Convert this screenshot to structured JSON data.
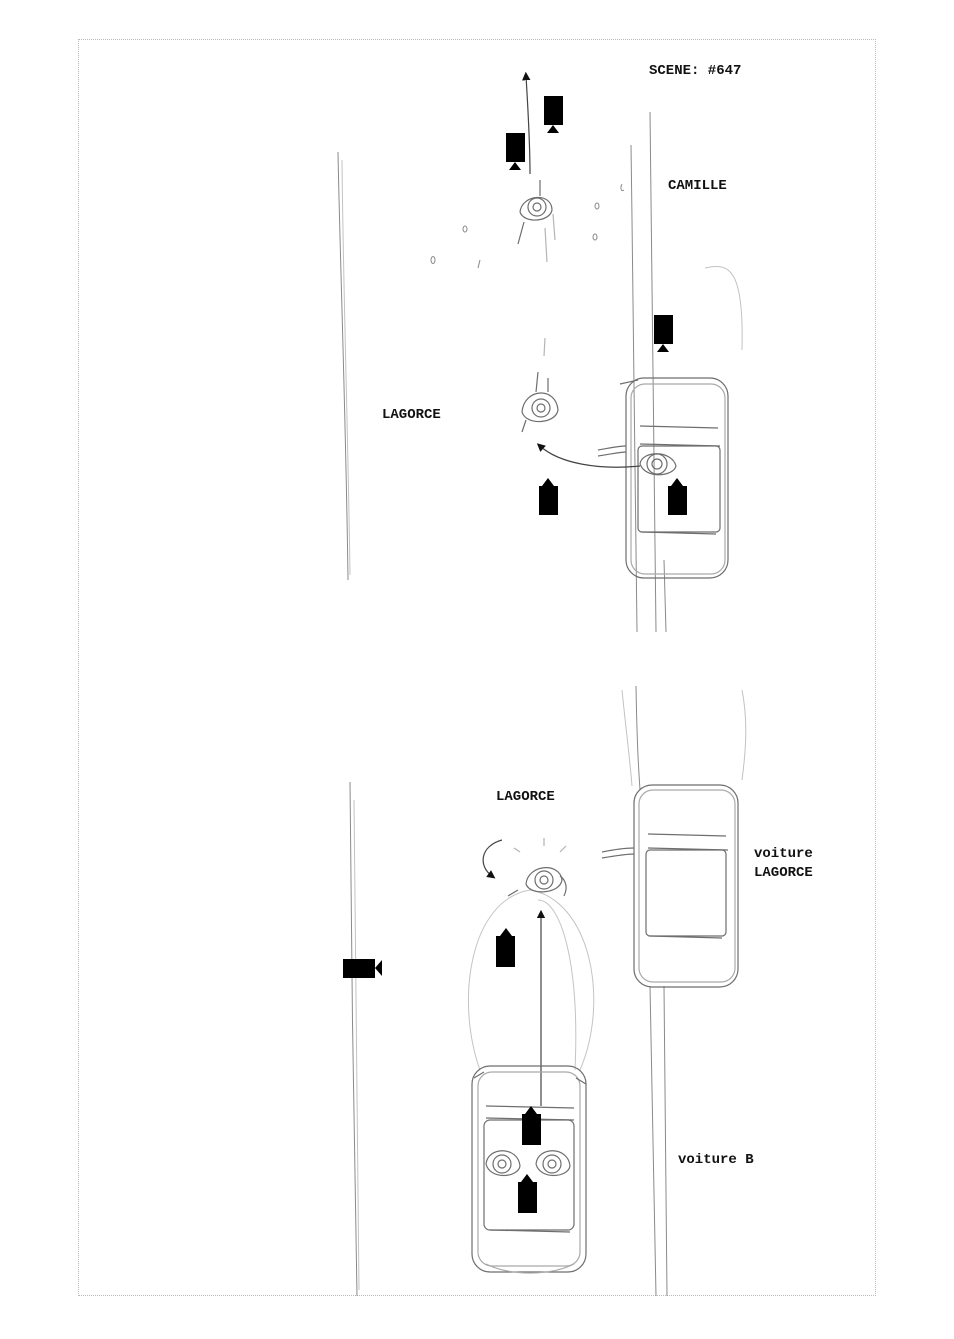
{
  "scene_label": "SCENE: #647",
  "labels": {
    "camille": "CAMILLE",
    "lagorce_top": "LAGORCE",
    "lagorce_bottom": "LAGORCE",
    "voiture_lagorce_line1": "voiture",
    "voiture_lagorce_line2": "LAGORCE",
    "voiture_b": "voiture B"
  },
  "colors": {
    "ink": "#000000",
    "pencil": "#6e6e6e",
    "pencil_light": "#b4b4b4",
    "frame": "#b8b8b8"
  },
  "icons": [
    "camera-icon",
    "arrow-icon",
    "car-icon",
    "character-icon"
  ]
}
